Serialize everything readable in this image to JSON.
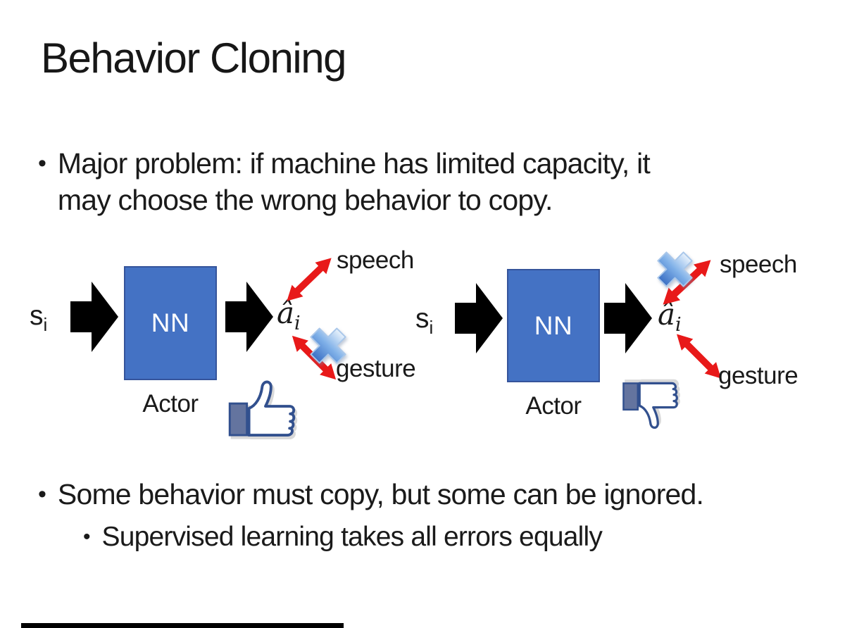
{
  "slide": {
    "title": "Behavior Cloning",
    "bullet_char": "•",
    "bullets": {
      "major_problem": {
        "lines": [
          "Major problem: if machine has limited capacity, it",
          "may choose the wrong behavior to copy."
        ]
      },
      "some_behavior": {
        "text": "Some behavior must copy, but some can be ignored."
      },
      "supervised": {
        "text": "Supervised learning takes all errors equally"
      }
    },
    "diagrams": {
      "left": {
        "input_base": "s",
        "input_sub": "i",
        "nn": "NN",
        "actor": "Actor",
        "output_base": "â",
        "output_sub": "i",
        "speech": "speech",
        "gesture": "gesture"
      },
      "right": {
        "input_base": "s",
        "input_sub": "i",
        "nn": "NN",
        "actor": "Actor",
        "output_base": "â",
        "output_sub": "i",
        "speech": "speech",
        "gesture": "gesture"
      }
    },
    "icons": {
      "left_feedback": "thumbs-up-icon",
      "right_feedback": "thumbs-down-icon",
      "left_crossed_out": "gesture",
      "right_crossed_out": "speech",
      "cross": "cross-x-icon",
      "flow_arrow": "block-arrow-right-icon",
      "relation_arrow": "double-headed-arrow-icon"
    },
    "colors": {
      "nn_fill": "#4472c4",
      "nn_border": "#35549b",
      "flow_arrow": "#000000",
      "relation_arrow": "#e81919",
      "cross_blue": "#3b6fc4",
      "thumb_outline": "#32508e",
      "thumb_cuff": "#64749f",
      "text": "#1a1a1a",
      "background": "#ffffff",
      "bottom_bar": "#000000"
    }
  }
}
